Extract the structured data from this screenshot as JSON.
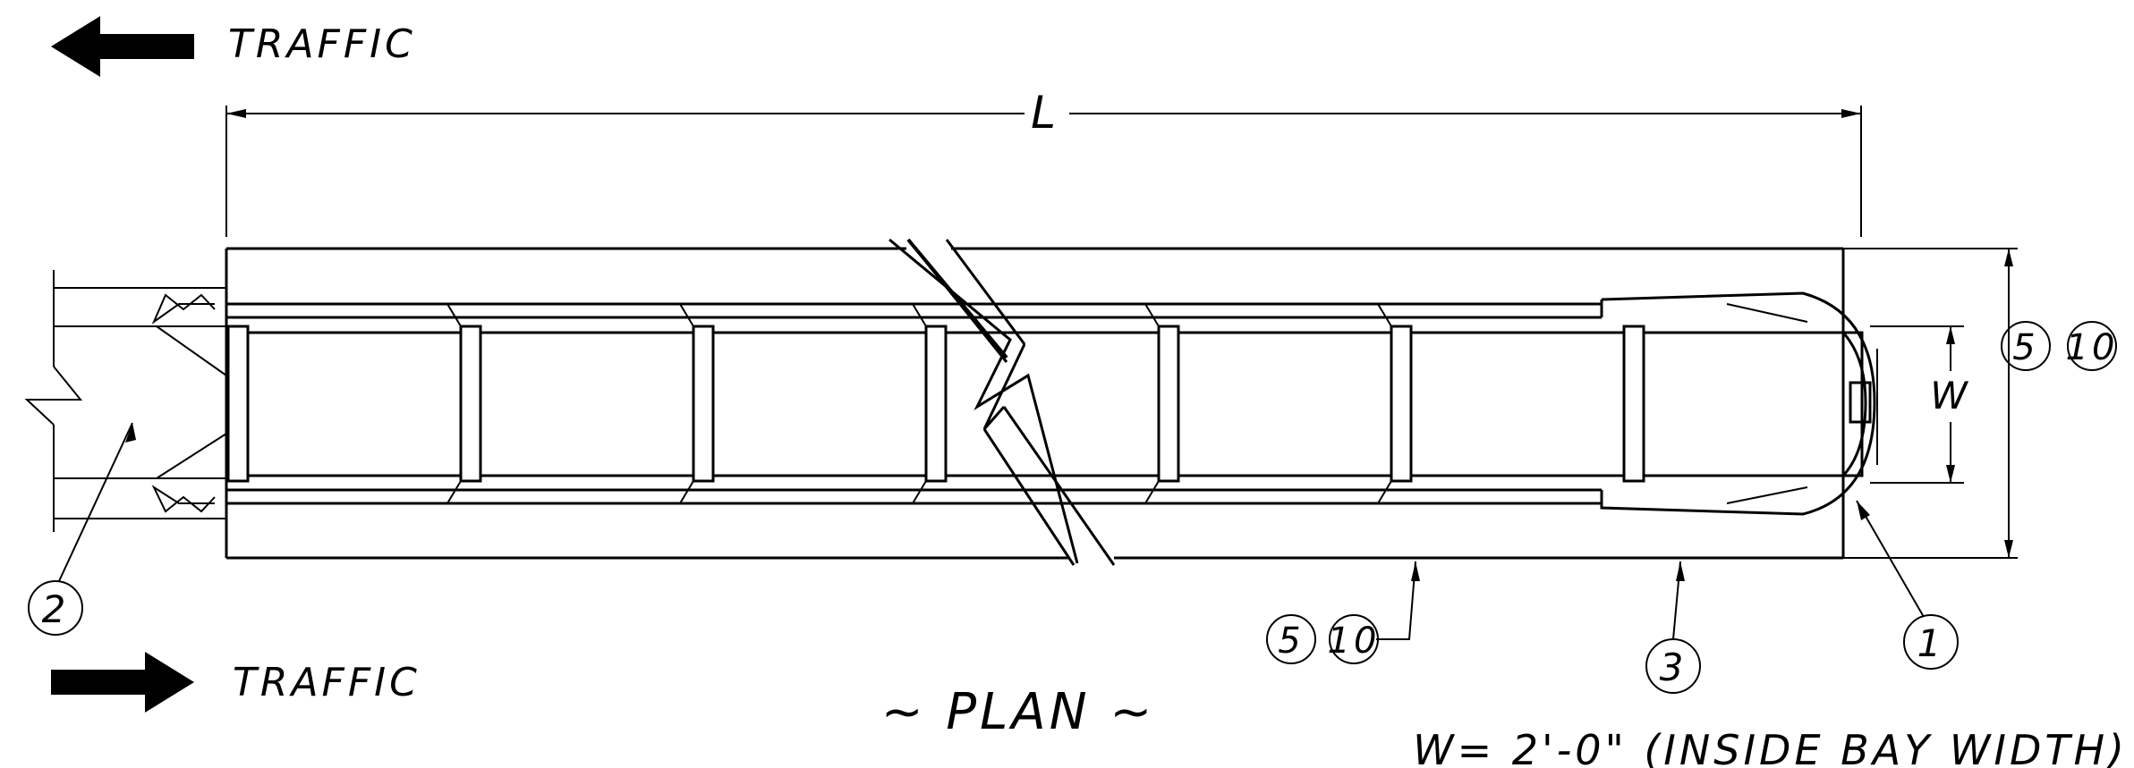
{
  "traffic_top": "TRAFFIC",
  "traffic_bottom": "TRAFFIC",
  "dim_length": "L",
  "dim_width": "W",
  "title": "~ PLAN ~",
  "note": "W= 2'-0\" (INSIDE BAY WIDTH)",
  "callouts": {
    "c1": "1",
    "c2": "2",
    "c3": "3",
    "c5_right": "5",
    "c10_right": "10",
    "c5_bottom": "5",
    "c10_bottom": "10"
  }
}
